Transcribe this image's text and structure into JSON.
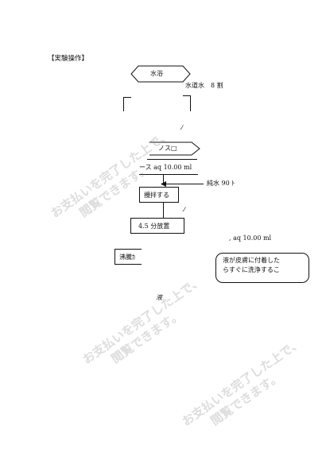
{
  "doc": {
    "section_title": "【実験操作】",
    "water_bath": "水浴",
    "tap_water": "水道水　8 割",
    "step_label_a": "ノス□",
    "aq_label_1": "ース aq 10.00 ml",
    "pure_water": "純水 90 ﾄ",
    "stir": "攪拌する",
    "leave_label": "4.5 分放置",
    "aq_label_2": ", aq 10.00 ml",
    "boil_label": "沸騰ｶ",
    "callout_line1": "液が皮膚に付着した",
    "callout_line2": "らすぐに洗浄するこ",
    "stray_mark_1": "ﾉ",
    "stray_mark_2": "ﾉ",
    "stray_mark_3": "液"
  },
  "watermark": {
    "line1": "お支払いを完了した上で、",
    "line2": "閲覧できます。"
  }
}
